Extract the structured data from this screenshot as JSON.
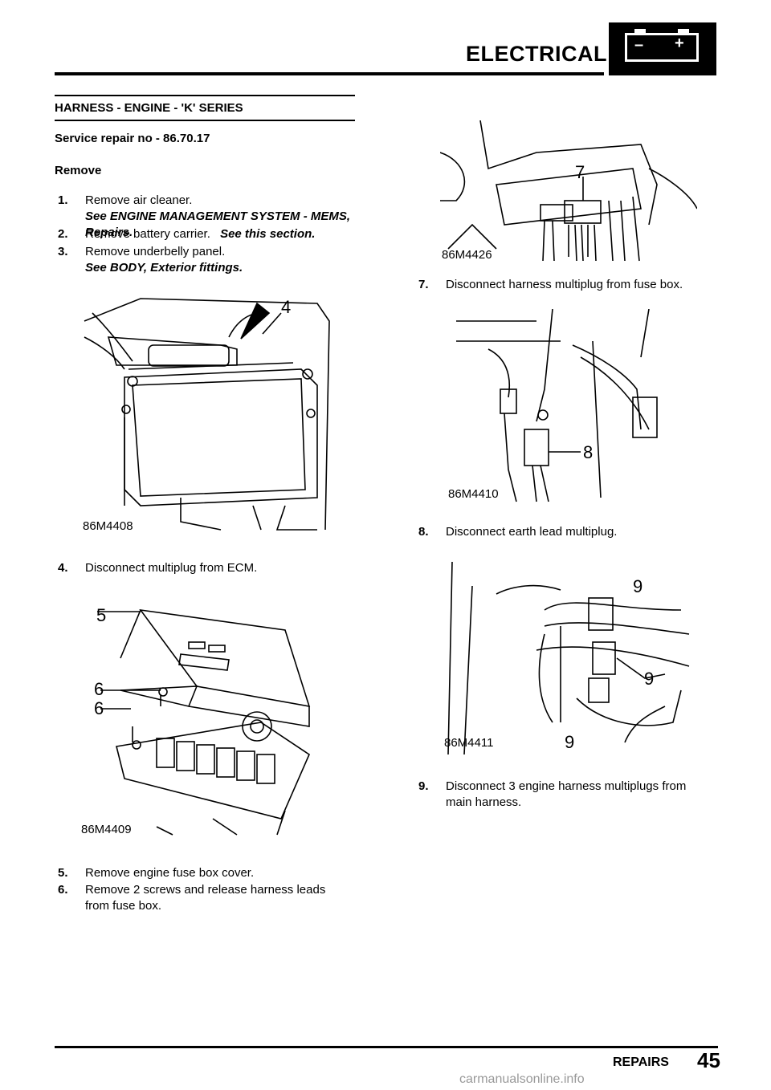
{
  "header": {
    "section": "ELECTRICAL",
    "icon": "battery-icon"
  },
  "left": {
    "title": "HARNESS - ENGINE - 'K' SERIES",
    "service": "Service repair no - 86.70.17",
    "remove": "Remove",
    "steps_top": [
      {
        "n": "1.",
        "text": "Remove air cleaner.",
        "ref": "See  ENGINE MANAGEMENT SYSTEM - MEMS, Repairs."
      },
      {
        "n": "2.",
        "text": "Remove battery carrier.",
        "ref": "See this section."
      },
      {
        "n": "3.",
        "text": "Remove underbelly panel.",
        "ref": "See  BODY, Exterior fittings."
      }
    ],
    "fig1": {
      "code": "86M4408",
      "callouts": [
        "4"
      ]
    },
    "step4": {
      "n": "4.",
      "text": "Disconnect multiplug from ECM."
    },
    "fig2": {
      "code": "86M4409",
      "callouts": [
        "5",
        "6",
        "6"
      ]
    },
    "step5": {
      "n": "5.",
      "text": "Remove engine fuse box cover."
    },
    "step6": {
      "n": "6.",
      "text": "Remove 2 screws and release harness leads",
      "text2": "from fuse box."
    }
  },
  "right": {
    "fig3": {
      "code": "86M4426",
      "callouts": [
        "7"
      ]
    },
    "step7": {
      "n": "7.",
      "text": "Disconnect harness multiplug from fuse box."
    },
    "fig4": {
      "code": "86M4410",
      "callouts": [
        "8"
      ]
    },
    "step8": {
      "n": "8.",
      "text": "Disconnect earth lead multiplug."
    },
    "fig5": {
      "code": "86M4411",
      "callouts": [
        "9",
        "9",
        "9"
      ]
    },
    "step9": {
      "n": "9.",
      "text": "Disconnect 3 engine harness multiplugs from",
      "text2": "main harness."
    }
  },
  "footer": {
    "section": "REPAIRS",
    "page": "45",
    "watermark": "carmanualsonline.info"
  }
}
